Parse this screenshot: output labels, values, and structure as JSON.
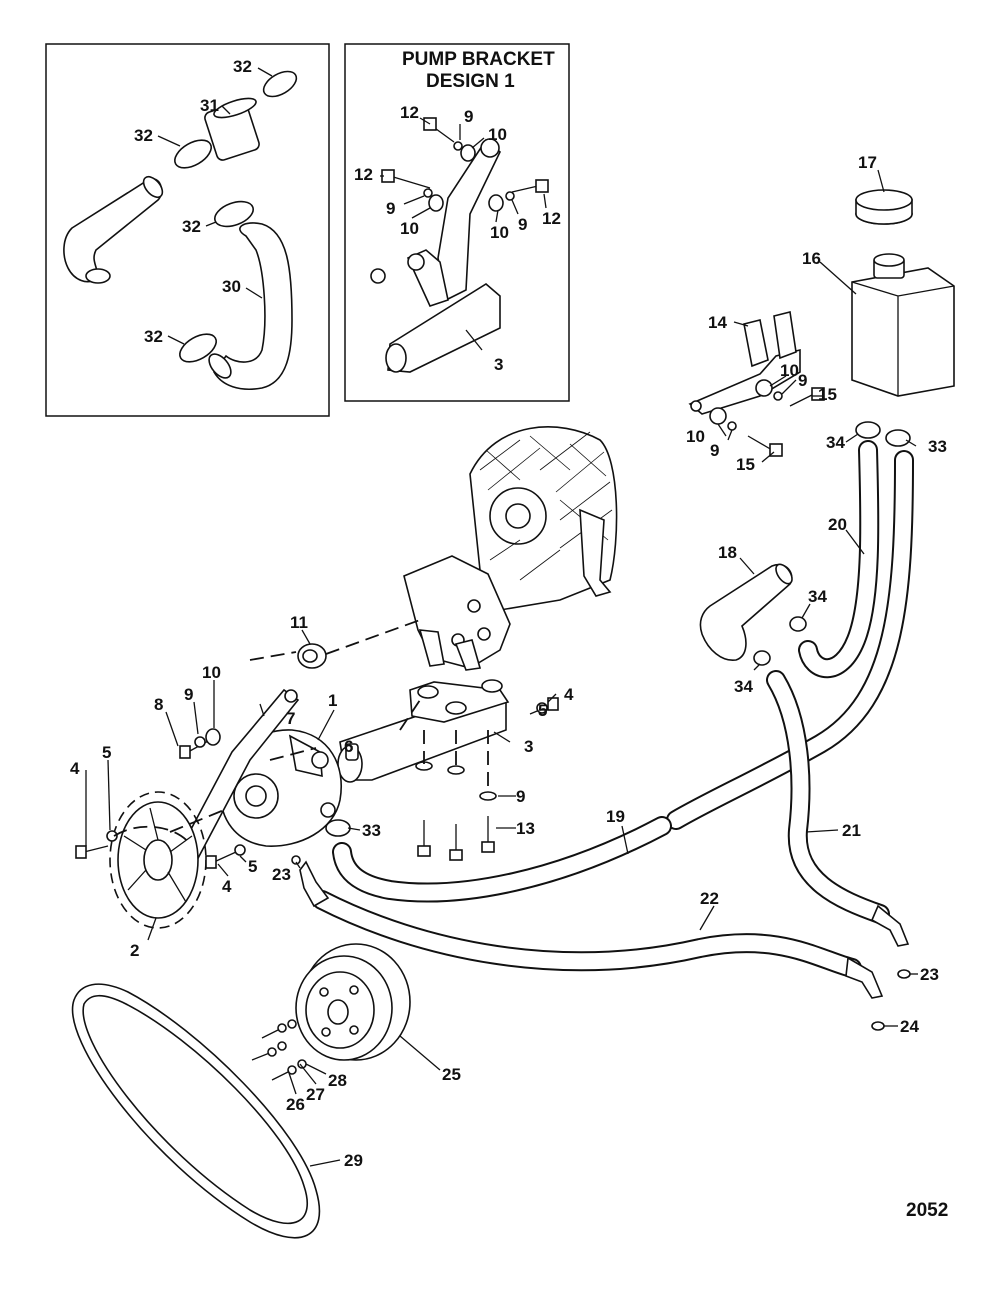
{
  "inset_title": [
    "PUMP BRACKET",
    "DESIGN 1"
  ],
  "figure_number": "2052",
  "callouts": [
    {
      "id": "c32a",
      "text": "32"
    },
    {
      "id": "c31",
      "text": "31"
    },
    {
      "id": "c32b",
      "text": "32"
    },
    {
      "id": "c32c",
      "text": "32"
    },
    {
      "id": "c30",
      "text": "30"
    },
    {
      "id": "c32d",
      "text": "32"
    },
    {
      "id": "c12a",
      "text": "12"
    },
    {
      "id": "c9a",
      "text": "9"
    },
    {
      "id": "c10a",
      "text": "10"
    },
    {
      "id": "c12b",
      "text": "12"
    },
    {
      "id": "c9b",
      "text": "9"
    },
    {
      "id": "c10b",
      "text": "10"
    },
    {
      "id": "c10c",
      "text": "10"
    },
    {
      "id": "c9c",
      "text": "9"
    },
    {
      "id": "c12c",
      "text": "12"
    },
    {
      "id": "c3a",
      "text": "3"
    },
    {
      "id": "c17",
      "text": "17"
    },
    {
      "id": "c16",
      "text": "16"
    },
    {
      "id": "c14",
      "text": "14"
    },
    {
      "id": "c10d",
      "text": "10"
    },
    {
      "id": "c9d",
      "text": "9"
    },
    {
      "id": "c15a",
      "text": "15"
    },
    {
      "id": "c10e",
      "text": "10"
    },
    {
      "id": "c9e",
      "text": "9"
    },
    {
      "id": "c15b",
      "text": "15"
    },
    {
      "id": "c34a",
      "text": "34"
    },
    {
      "id": "c33a",
      "text": "33"
    },
    {
      "id": "c20",
      "text": "20"
    },
    {
      "id": "c18",
      "text": "18"
    },
    {
      "id": "c34b",
      "text": "34"
    },
    {
      "id": "c34c",
      "text": "34"
    },
    {
      "id": "c11",
      "text": "11"
    },
    {
      "id": "c10f",
      "text": "10"
    },
    {
      "id": "c9f",
      "text": "9"
    },
    {
      "id": "c8",
      "text": "8"
    },
    {
      "id": "c7",
      "text": "7"
    },
    {
      "id": "c1",
      "text": "1"
    },
    {
      "id": "c4a",
      "text": "4"
    },
    {
      "id": "c5a",
      "text": "5"
    },
    {
      "id": "c4b",
      "text": "4"
    },
    {
      "id": "c5b",
      "text": "5"
    },
    {
      "id": "c3b",
      "text": "3"
    },
    {
      "id": "c6",
      "text": "6"
    },
    {
      "id": "c9g",
      "text": "9"
    },
    {
      "id": "c13",
      "text": "13"
    },
    {
      "id": "c33b",
      "text": "33"
    },
    {
      "id": "c4c",
      "text": "4"
    },
    {
      "id": "c5c",
      "text": "5"
    },
    {
      "id": "c23a",
      "text": "23"
    },
    {
      "id": "c2",
      "text": "2"
    },
    {
      "id": "c19",
      "text": "19"
    },
    {
      "id": "c21",
      "text": "21"
    },
    {
      "id": "c22",
      "text": "22"
    },
    {
      "id": "c23b",
      "text": "23"
    },
    {
      "id": "c24",
      "text": "24"
    },
    {
      "id": "c25",
      "text": "25"
    },
    {
      "id": "c26",
      "text": "26"
    },
    {
      "id": "c27",
      "text": "27"
    },
    {
      "id": "c28",
      "text": "28"
    },
    {
      "id": "c29",
      "text": "29"
    }
  ]
}
